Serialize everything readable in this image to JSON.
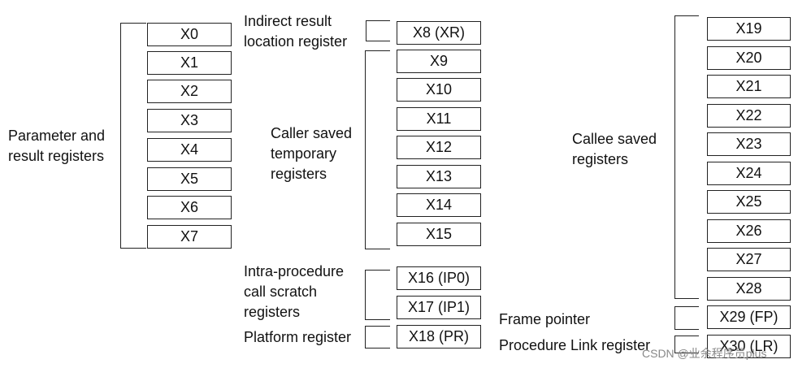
{
  "groups": [
    {
      "label_lines": [
        "Parameter and",
        "result registers"
      ],
      "registers": [
        "X0",
        "X1",
        "X2",
        "X3",
        "X4",
        "X5",
        "X6",
        "X7"
      ]
    },
    {
      "label_lines": [
        "Indirect result",
        "location register"
      ],
      "registers": [
        "X8 (XR)"
      ]
    },
    {
      "label_lines": [
        "Caller saved",
        "temporary",
        "registers"
      ],
      "registers": [
        "X9",
        "X10",
        "X11",
        "X12",
        "X13",
        "X14",
        "X15"
      ]
    },
    {
      "label_lines": [
        "Intra-procedure",
        "call scratch",
        "registers"
      ],
      "registers": [
        "X16 (IP0)",
        "X17 (IP1)"
      ]
    },
    {
      "label_lines": [
        "Platform register"
      ],
      "registers": [
        "X18 (PR)"
      ]
    },
    {
      "label_lines": [
        "Callee saved",
        "registers"
      ],
      "registers": [
        "X19",
        "X20",
        "X21",
        "X22",
        "X23",
        "X24",
        "X25",
        "X26",
        "X27",
        "X28"
      ]
    },
    {
      "label_lines": [
        "Frame pointer"
      ],
      "registers": [
        "X29 (FP)"
      ]
    },
    {
      "label_lines": [
        "Procedure Link register"
      ],
      "registers": [
        "X30 (LR)"
      ]
    }
  ],
  "watermark": "CSDN @业余程序员plus"
}
